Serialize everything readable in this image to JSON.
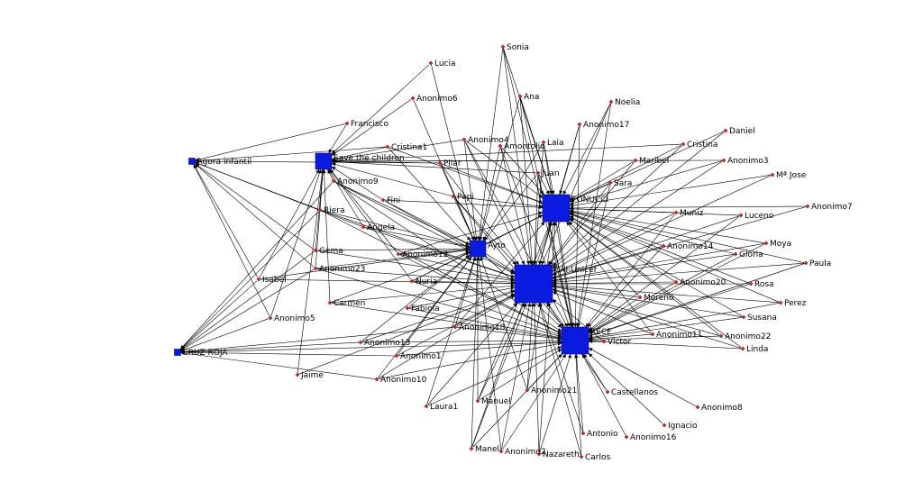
{
  "nodes": [
    {
      "id": "save_the_children",
      "label": "Save the children",
      "type": "org",
      "size": "m"
    },
    {
      "id": "agora_infantil",
      "label": "Agora infantil",
      "type": "org",
      "size": "s"
    },
    {
      "id": "cruz_roja",
      "label": "CRUZ ROJA",
      "type": "org",
      "size": "s"
    },
    {
      "id": "tonucci",
      "label": "TONUCCI",
      "type": "org",
      "size": "l"
    },
    {
      "id": "ayto",
      "label": "Ayto",
      "type": "org",
      "size": "m"
    },
    {
      "id": "cai_unicef",
      "label": "CAI-Unicef",
      "type": "org",
      "size": "xl"
    },
    {
      "id": "rece",
      "label": "RECE",
      "type": "org",
      "size": "l"
    },
    {
      "id": "sonia",
      "label": "Sonia",
      "type": "person"
    },
    {
      "id": "lucia",
      "label": "Lucia",
      "type": "person"
    },
    {
      "id": "anonimo6",
      "label": "Anonimo6",
      "type": "person"
    },
    {
      "id": "ana",
      "label": "Ana",
      "type": "person"
    },
    {
      "id": "noelia",
      "label": "Noelia",
      "type": "person"
    },
    {
      "id": "francisco",
      "label": "Francisco",
      "type": "person"
    },
    {
      "id": "anonimo17",
      "label": "Anonimo17",
      "type": "person"
    },
    {
      "id": "daniel",
      "label": "Daniel",
      "type": "person"
    },
    {
      "id": "anonimo4",
      "label": "Anonimo4",
      "type": "person"
    },
    {
      "id": "cristina1",
      "label": "Cristina1",
      "type": "person"
    },
    {
      "id": "amontolio",
      "label": "Amontolio",
      "type": "person"
    },
    {
      "id": "laia",
      "label": "Laia",
      "type": "person"
    },
    {
      "id": "cristina",
      "label": "Cristina",
      "type": "person"
    },
    {
      "id": "maribel",
      "label": "Maribel",
      "type": "person"
    },
    {
      "id": "anonimo3",
      "label": "Anonimo3",
      "type": "person"
    },
    {
      "id": "pilar",
      "label": "Pilar",
      "type": "person"
    },
    {
      "id": "juan",
      "label": "Juan",
      "type": "person"
    },
    {
      "id": "ma_jose",
      "label": "Mª Jose",
      "type": "person"
    },
    {
      "id": "anonimo9",
      "label": "Anonimo9",
      "type": "person"
    },
    {
      "id": "sara",
      "label": "Sara",
      "type": "person"
    },
    {
      "id": "fini",
      "label": "Fini",
      "type": "person"
    },
    {
      "id": "pepi",
      "label": "Pepi",
      "type": "person"
    },
    {
      "id": "anonimo7",
      "label": "Anonimo7",
      "type": "person"
    },
    {
      "id": "riera",
      "label": "Riera",
      "type": "person"
    },
    {
      "id": "muniz",
      "label": "Muniz",
      "type": "person"
    },
    {
      "id": "luceno",
      "label": "Luceno",
      "type": "person"
    },
    {
      "id": "angela",
      "label": "Angela",
      "type": "person"
    },
    {
      "id": "moya",
      "label": "Moya",
      "type": "person"
    },
    {
      "id": "anonimo14",
      "label": "Anonimo14",
      "type": "person"
    },
    {
      "id": "gema",
      "label": "Gema",
      "type": "person"
    },
    {
      "id": "anonimo12",
      "label": "Anonimo12",
      "type": "person"
    },
    {
      "id": "gloria",
      "label": "Gloria",
      "type": "person"
    },
    {
      "id": "paula",
      "label": "Paula",
      "type": "person"
    },
    {
      "id": "anonimo23",
      "label": "Anonimo23",
      "type": "person"
    },
    {
      "id": "isabel",
      "label": "Isabel",
      "type": "person"
    },
    {
      "id": "nuria",
      "label": "Nuria",
      "type": "person"
    },
    {
      "id": "anonimo20",
      "label": "Anonimo20",
      "type": "person"
    },
    {
      "id": "rosa",
      "label": "Rosa",
      "type": "person"
    },
    {
      "id": "carmen",
      "label": "Carmen",
      "type": "person"
    },
    {
      "id": "moreno",
      "label": "Moreno",
      "type": "person"
    },
    {
      "id": "perez",
      "label": "Perez",
      "type": "person"
    },
    {
      "id": "fabiola",
      "label": "Fabiola",
      "type": "person"
    },
    {
      "id": "anonimo5",
      "label": "Anonimo5",
      "type": "person"
    },
    {
      "id": "susana",
      "label": "Susana",
      "type": "person"
    },
    {
      "id": "anonimo18",
      "label": "Anonimo18",
      "type": "person"
    },
    {
      "id": "victor",
      "label": "Victor",
      "type": "person"
    },
    {
      "id": "anonimo11",
      "label": "Anonimo11",
      "type": "person"
    },
    {
      "id": "anonimo22",
      "label": "Anonimo22",
      "type": "person"
    },
    {
      "id": "anonimo13",
      "label": "Anonimo13",
      "type": "person"
    },
    {
      "id": "linda",
      "label": "Linda",
      "type": "person"
    },
    {
      "id": "anonimo1",
      "label": "Anonimo1",
      "type": "person"
    },
    {
      "id": "jaime",
      "label": "Jaime",
      "type": "person"
    },
    {
      "id": "anonimo10",
      "label": "Anonimo10",
      "type": "person"
    },
    {
      "id": "anonimo21",
      "label": "Anonimo21",
      "type": "person"
    },
    {
      "id": "castellanos",
      "label": "Castellanos",
      "type": "person"
    },
    {
      "id": "manuel",
      "label": "Manuel",
      "type": "person"
    },
    {
      "id": "laura1",
      "label": "Laura1",
      "type": "person"
    },
    {
      "id": "anonimo8",
      "label": "Anonimo8",
      "type": "person"
    },
    {
      "id": "ignacio",
      "label": "Ignacio",
      "type": "person"
    },
    {
      "id": "antonio",
      "label": "Antonio",
      "type": "person"
    },
    {
      "id": "anonimo16",
      "label": "Anonimo16",
      "type": "person"
    },
    {
      "id": "manel",
      "label": "Manel",
      "type": "person"
    },
    {
      "id": "anonimo2",
      "label": "Anonimo2",
      "type": "person"
    },
    {
      "id": "nazareth",
      "label": "Nazareth",
      "type": "person"
    },
    {
      "id": "carlos",
      "label": "Carlos",
      "type": "person"
    }
  ],
  "edges": [
    [
      "francisco",
      "agora_infantil"
    ],
    [
      "francisco",
      "save_the_children"
    ],
    [
      "cristina1",
      "agora_infantil"
    ],
    [
      "pilar",
      "agora_infantil"
    ],
    [
      "riera",
      "agora_infantil"
    ],
    [
      "gema",
      "agora_infantil"
    ],
    [
      "anonimo23",
      "agora_infantil"
    ],
    [
      "angela",
      "agora_infantil"
    ],
    [
      "isabel",
      "agora_infantil"
    ],
    [
      "anonimo5",
      "agora_infantil"
    ],
    [
      "lucia",
      "save_the_children"
    ],
    [
      "anonimo6",
      "save_the_children"
    ],
    [
      "cristina1",
      "save_the_children"
    ],
    [
      "anonimo4",
      "save_the_children"
    ],
    [
      "pilar",
      "save_the_children"
    ],
    [
      "anonimo9",
      "save_the_children"
    ],
    [
      "fini",
      "save_the_children"
    ],
    [
      "riera",
      "save_the_children"
    ],
    [
      "gema",
      "save_the_children"
    ],
    [
      "anonimo23",
      "save_the_children"
    ],
    [
      "angela",
      "save_the_children"
    ],
    [
      "isabel",
      "save_the_children"
    ],
    [
      "nuria",
      "save_the_children"
    ],
    [
      "carmen",
      "save_the_children"
    ],
    [
      "anonimo5",
      "save_the_children"
    ],
    [
      "jaime",
      "save_the_children"
    ],
    [
      "anonimo12",
      "save_the_children"
    ],
    [
      "maribel",
      "save_the_children"
    ],
    [
      "juan",
      "save_the_children"
    ],
    [
      "cristina",
      "save_the_children"
    ],
    [
      "anonimo3",
      "save_the_children"
    ],
    [
      "pepi",
      "save_the_children"
    ],
    [
      "riera",
      "cruz_roja"
    ],
    [
      "gema",
      "cruz_roja"
    ],
    [
      "anonimo23",
      "cruz_roja"
    ],
    [
      "isabel",
      "cruz_roja"
    ],
    [
      "anonimo5",
      "cruz_roja"
    ],
    [
      "anonimo13",
      "cruz_roja"
    ],
    [
      "anonimo1",
      "cruz_roja"
    ],
    [
      "anonimo10",
      "cruz_roja"
    ],
    [
      "anonimo18",
      "cruz_roja"
    ],
    [
      "victor",
      "cruz_roja"
    ],
    [
      "anonimo9",
      "cruz_roja"
    ],
    [
      "sonia",
      "tonucci"
    ],
    [
      "ana",
      "tonucci"
    ],
    [
      "noelia",
      "tonucci"
    ],
    [
      "anonimo17",
      "tonucci"
    ],
    [
      "daniel",
      "tonucci"
    ],
    [
      "anonimo4",
      "tonucci"
    ],
    [
      "amontolio",
      "tonucci"
    ],
    [
      "laia",
      "tonucci"
    ],
    [
      "cristina",
      "tonucci"
    ],
    [
      "maribel",
      "tonucci"
    ],
    [
      "anonimo3",
      "tonucci"
    ],
    [
      "juan",
      "tonucci"
    ],
    [
      "ma_jose",
      "tonucci"
    ],
    [
      "sara",
      "tonucci"
    ],
    [
      "anonimo7",
      "tonucci"
    ],
    [
      "muniz",
      "tonucci"
    ],
    [
      "luceno",
      "tonucci"
    ],
    [
      "moya",
      "tonucci"
    ],
    [
      "anonimo14",
      "tonucci"
    ],
    [
      "gloria",
      "tonucci"
    ],
    [
      "paula",
      "tonucci"
    ],
    [
      "anonimo20",
      "tonucci"
    ],
    [
      "rosa",
      "tonucci"
    ],
    [
      "moreno",
      "tonucci"
    ],
    [
      "perez",
      "tonucci"
    ],
    [
      "susana",
      "tonucci"
    ],
    [
      "pepi",
      "tonucci"
    ],
    [
      "fini",
      "tonucci"
    ],
    [
      "pilar",
      "tonucci"
    ],
    [
      "cristina1",
      "tonucci"
    ],
    [
      "anonimo12",
      "tonucci"
    ],
    [
      "nuria",
      "tonucci"
    ],
    [
      "anonimo18",
      "tonucci"
    ],
    [
      "anonimo22",
      "tonucci"
    ],
    [
      "linda",
      "tonucci"
    ],
    [
      "anonimo11",
      "tonucci"
    ],
    [
      "manuel",
      "tonucci"
    ],
    [
      "anonimo21",
      "tonucci"
    ],
    [
      "nazareth",
      "tonucci"
    ],
    [
      "manel",
      "tonucci"
    ],
    [
      "sonia",
      "ayto"
    ],
    [
      "lucia",
      "ayto"
    ],
    [
      "anonimo6",
      "ayto"
    ],
    [
      "ana",
      "ayto"
    ],
    [
      "anonimo4",
      "ayto"
    ],
    [
      "amontolio",
      "ayto"
    ],
    [
      "pilar",
      "ayto"
    ],
    [
      "pepi",
      "ayto"
    ],
    [
      "fini",
      "ayto"
    ],
    [
      "riera",
      "ayto"
    ],
    [
      "angela",
      "ayto"
    ],
    [
      "gema",
      "ayto"
    ],
    [
      "anonimo12",
      "ayto"
    ],
    [
      "anonimo23",
      "ayto"
    ],
    [
      "nuria",
      "ayto"
    ],
    [
      "carmen",
      "ayto"
    ],
    [
      "fabiola",
      "ayto"
    ],
    [
      "anonimo18",
      "ayto"
    ],
    [
      "anonimo13",
      "ayto"
    ],
    [
      "anonimo1",
      "ayto"
    ],
    [
      "anonimo10",
      "ayto"
    ],
    [
      "laura1",
      "ayto"
    ],
    [
      "manuel",
      "ayto"
    ],
    [
      "anonimo21",
      "ayto"
    ],
    [
      "manel",
      "ayto"
    ],
    [
      "anonimo2",
      "ayto"
    ],
    [
      "juan",
      "ayto"
    ],
    [
      "anonimo9",
      "ayto"
    ],
    [
      "isabel",
      "ayto"
    ],
    [
      "laia",
      "ayto"
    ],
    [
      "cristina1",
      "ayto"
    ],
    [
      "sonia",
      "cai_unicef"
    ],
    [
      "ana",
      "cai_unicef"
    ],
    [
      "noelia",
      "cai_unicef"
    ],
    [
      "anonimo17",
      "cai_unicef"
    ],
    [
      "anonimo4",
      "cai_unicef"
    ],
    [
      "amontolio",
      "cai_unicef"
    ],
    [
      "laia",
      "cai_unicef"
    ],
    [
      "juan",
      "cai_unicef"
    ],
    [
      "sara",
      "cai_unicef"
    ],
    [
      "pilar",
      "cai_unicef"
    ],
    [
      "pepi",
      "cai_unicef"
    ],
    [
      "fini",
      "cai_unicef"
    ],
    [
      "angela",
      "cai_unicef"
    ],
    [
      "riera",
      "cai_unicef"
    ],
    [
      "anonimo9",
      "cai_unicef"
    ],
    [
      "muniz",
      "cai_unicef"
    ],
    [
      "luceno",
      "cai_unicef"
    ],
    [
      "moya",
      "cai_unicef"
    ],
    [
      "anonimo14",
      "cai_unicef"
    ],
    [
      "gloria",
      "cai_unicef"
    ],
    [
      "paula",
      "cai_unicef"
    ],
    [
      "anonimo20",
      "cai_unicef"
    ],
    [
      "rosa",
      "cai_unicef"
    ],
    [
      "moreno",
      "cai_unicef"
    ],
    [
      "perez",
      "cai_unicef"
    ],
    [
      "susana",
      "cai_unicef"
    ],
    [
      "victor",
      "cai_unicef"
    ],
    [
      "anonimo11",
      "cai_unicef"
    ],
    [
      "anonimo22",
      "cai_unicef"
    ],
    [
      "linda",
      "cai_unicef"
    ],
    [
      "anonimo12",
      "cai_unicef"
    ],
    [
      "nuria",
      "cai_unicef"
    ],
    [
      "fabiola",
      "cai_unicef"
    ],
    [
      "carmen",
      "cai_unicef"
    ],
    [
      "anonimo18",
      "cai_unicef"
    ],
    [
      "anonimo13",
      "cai_unicef"
    ],
    [
      "anonimo1",
      "cai_unicef"
    ],
    [
      "anonimo10",
      "cai_unicef"
    ],
    [
      "anonimo21",
      "cai_unicef"
    ],
    [
      "manuel",
      "cai_unicef"
    ],
    [
      "laura1",
      "cai_unicef"
    ],
    [
      "manel",
      "cai_unicef"
    ],
    [
      "anonimo2",
      "cai_unicef"
    ],
    [
      "nazareth",
      "cai_unicef"
    ],
    [
      "carlos",
      "cai_unicef"
    ],
    [
      "antonio",
      "cai_unicef"
    ],
    [
      "castellanos",
      "cai_unicef"
    ],
    [
      "gema",
      "cai_unicef"
    ],
    [
      "anonimo23",
      "cai_unicef"
    ],
    [
      "isabel",
      "cai_unicef"
    ],
    [
      "jaime",
      "cai_unicef"
    ],
    [
      "maribel",
      "cai_unicef"
    ],
    [
      "cristina",
      "cai_unicef"
    ],
    [
      "anonimo3",
      "cai_unicef"
    ],
    [
      "daniel",
      "cai_unicef"
    ],
    [
      "ma_jose",
      "cai_unicef"
    ],
    [
      "anonimo7",
      "cai_unicef"
    ],
    [
      "muniz",
      "rece"
    ],
    [
      "luceno",
      "rece"
    ],
    [
      "moya",
      "rece"
    ],
    [
      "anonimo14",
      "rece"
    ],
    [
      "gloria",
      "rece"
    ],
    [
      "paula",
      "rece"
    ],
    [
      "anonimo20",
      "rece"
    ],
    [
      "rosa",
      "rece"
    ],
    [
      "moreno",
      "rece"
    ],
    [
      "perez",
      "rece"
    ],
    [
      "susana",
      "rece"
    ],
    [
      "victor",
      "rece"
    ],
    [
      "anonimo11",
      "rece"
    ],
    [
      "anonimo22",
      "rece"
    ],
    [
      "linda",
      "rece"
    ],
    [
      "castellanos",
      "rece"
    ],
    [
      "anonimo8",
      "rece"
    ],
    [
      "ignacio",
      "rece"
    ],
    [
      "antonio",
      "rece"
    ],
    [
      "anonimo16",
      "rece"
    ],
    [
      "carlos",
      "rece"
    ],
    [
      "nazareth",
      "rece"
    ],
    [
      "anonimo2",
      "rece"
    ],
    [
      "manel",
      "rece"
    ],
    [
      "anonimo21",
      "rece"
    ],
    [
      "manuel",
      "rece"
    ],
    [
      "laura1",
      "rece"
    ],
    [
      "anonimo18",
      "rece"
    ],
    [
      "anonimo13",
      "rece"
    ],
    [
      "anonimo1",
      "rece"
    ],
    [
      "anonimo10",
      "rece"
    ],
    [
      "fabiola",
      "rece"
    ],
    [
      "nuria",
      "rece"
    ],
    [
      "carmen",
      "rece"
    ],
    [
      "anonimo12",
      "rece"
    ],
    [
      "pepi",
      "rece"
    ],
    [
      "sara",
      "rece"
    ],
    [
      "juan",
      "rece"
    ],
    [
      "laia",
      "rece"
    ],
    [
      "anonimo17",
      "rece"
    ],
    [
      "noelia",
      "rece"
    ],
    [
      "sonia",
      "rece"
    ],
    [
      "ana",
      "rece"
    ],
    [
      "anonimo4",
      "rece"
    ],
    [
      "amontolio",
      "rece"
    ],
    [
      "riera",
      "rece"
    ],
    [
      "anonimo9",
      "rece"
    ],
    [
      "anonimo23",
      "rece"
    ],
    [
      "ayto",
      "cai_unicef"
    ],
    [
      "tonucci",
      "cai_unicef"
    ],
    [
      "rece",
      "cai_unicef"
    ],
    [
      "ayto",
      "tonucci"
    ],
    [
      "ayto",
      "rece"
    ],
    [
      "tonucci",
      "rece"
    ]
  ]
}
